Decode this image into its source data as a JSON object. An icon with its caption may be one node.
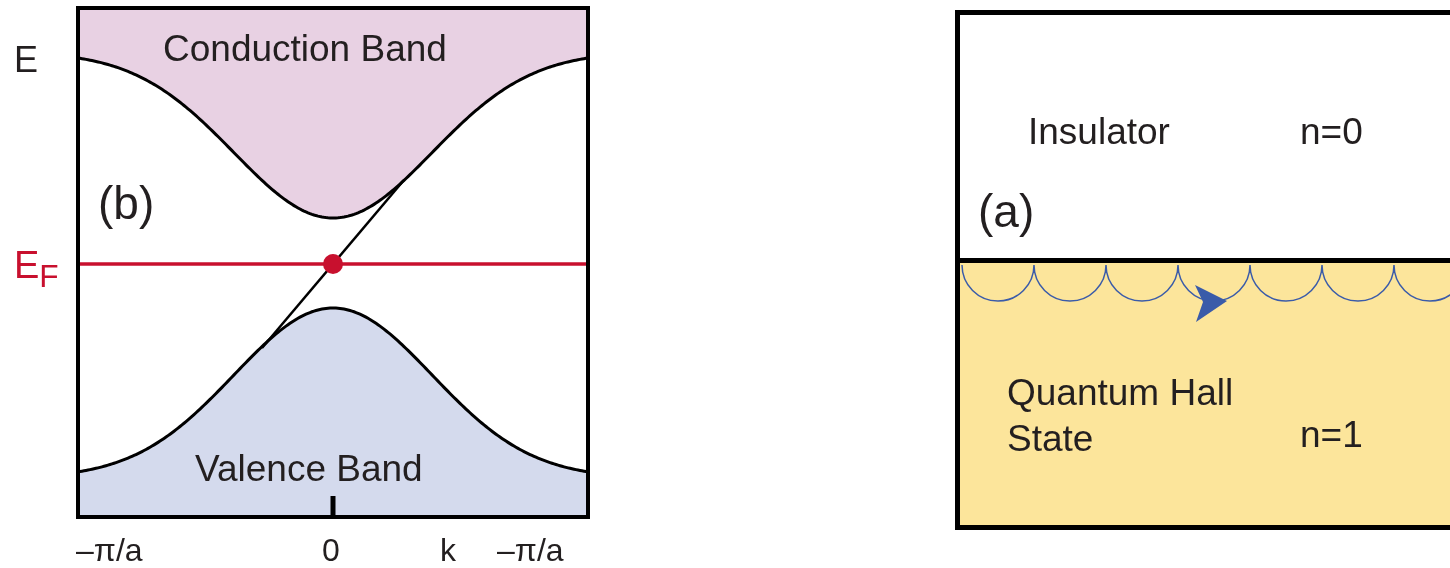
{
  "diagram": {
    "nodes": [
      {
        "text": [
          "Conduction Band"
        ]
      },
      {
        "text": [
          "Valence Band"
        ]
      },
      {
        "text": [
          "Insulator",
          "n=0"
        ]
      },
      {
        "text": [
          "Quantum Hall State",
          "n=1"
        ]
      }
    ],
    "labels": [
      "E",
      "(b)",
      "E$_{F}$",
      "–π/a",
      "0",
      "k",
      "–π/a",
      "(a)"
    ]
  }
}
